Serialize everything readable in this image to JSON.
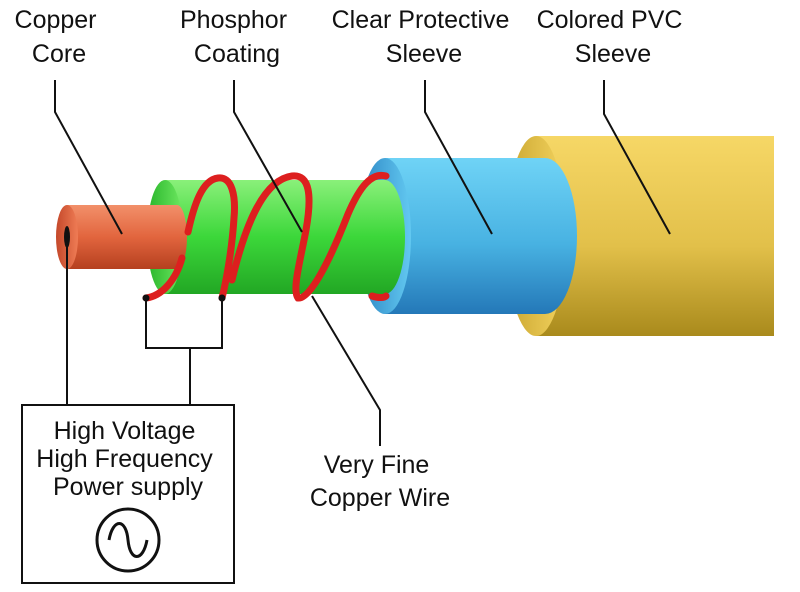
{
  "labels": {
    "copper_core": [
      "Copper",
      "Core"
    ],
    "phosphor_coating": [
      "Phosphor",
      "Coating"
    ],
    "clear_sleeve": [
      "Clear Protective",
      "Sleeve"
    ],
    "pvc_sleeve": [
      "Colored PVC",
      "Sleeve"
    ],
    "fine_wire": [
      "Very Fine",
      "Copper Wire"
    ],
    "power_supply": [
      "High Voltage",
      "High Frequency",
      "Power supply"
    ]
  },
  "icons": {
    "power_supply_symbol": "ac-sine-wave-icon"
  },
  "colors": {
    "copper_core": "#e0653f",
    "phosphor_coating": "#3fd83a",
    "clear_sleeve": "#4fb8e4",
    "pvc_sleeve": "#e8c84a",
    "fine_wire": "#dd1f1f",
    "lines": "#111111"
  }
}
